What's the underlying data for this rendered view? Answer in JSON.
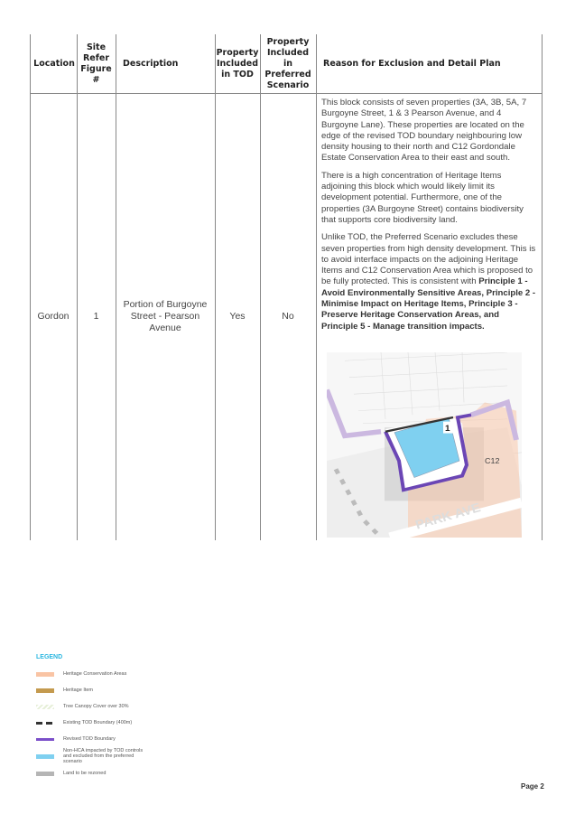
{
  "table": {
    "headers": {
      "location": "Location",
      "site_ref": [
        "Site",
        "Refer",
        "Figure #"
      ],
      "description": "Description",
      "included_tod": [
        "Property",
        "Included",
        "in TOD"
      ],
      "included_preferred": [
        "Property",
        "Included",
        "in",
        "Preferred",
        "Scenario"
      ],
      "reason": "Reason for Exclusion and Detail Plan"
    },
    "row": {
      "location": "Gordon",
      "site_ref": "1",
      "description": "Portion of Burgoyne Street - Pearson Avenue",
      "included_tod": "Yes",
      "included_preferred": "No",
      "reason_p1": "This block consists of seven properties (3A, 3B, 5A, 7 Burgoyne Street, 1 & 3 Pearson Avenue, and 4 Burgoyne Lane). These properties are located on the edge of the revised TOD boundary neighbouring low density housing to their north and C12 Gordondale Estate Conservation Area to their east and south.",
      "reason_p2": "There is a high concentration of Heritage Items adjoining this block which would likely limit its development potential. Furthermore, one of the properties (3A Burgoyne Street) contains biodiversity that supports core biodiversity land.",
      "reason_p3_plain": "Unlike TOD, the Preferred Scenario excludes these seven properties from high density development. This is to avoid interface impacts on the adjoining Heritage Items and C12 Conservation Area which is proposed to be fully protected. This is consistent with ",
      "reason_p3_bold": "Principle 1 - Avoid Environmentally Sensitive Areas, Principle 2 - Minimise Impact on Heritage Items, Principle 3 - Preserve Heritage Conservation Areas, and Principle 5 - Manage transition impacts.",
      "map": {
        "site_label": "1",
        "area_label": "C12",
        "street_label": "PARK AVE"
      }
    }
  },
  "legend": {
    "title": "LEGEND",
    "items": [
      {
        "label": "Heritage Conservation Areas",
        "color": "#f9c4a4"
      },
      {
        "label": "Heritage Item",
        "color": "#c49a4e"
      },
      {
        "label": "Tree Canopy Cover over 30%",
        "color": "#e6efd8"
      },
      {
        "label": "Existing TOD Boundary (400m)",
        "color": "#333333"
      },
      {
        "label": "Revised TOD Boundary",
        "color": "#7b4fc9"
      },
      {
        "label": "Non-HCA impacted by TOD controls and excluded from the preferred scenario",
        "color": "#7fd0f0"
      },
      {
        "label": "Land to be rezoned",
        "color": "#b5b5b5"
      }
    ]
  },
  "page": "Page 2"
}
